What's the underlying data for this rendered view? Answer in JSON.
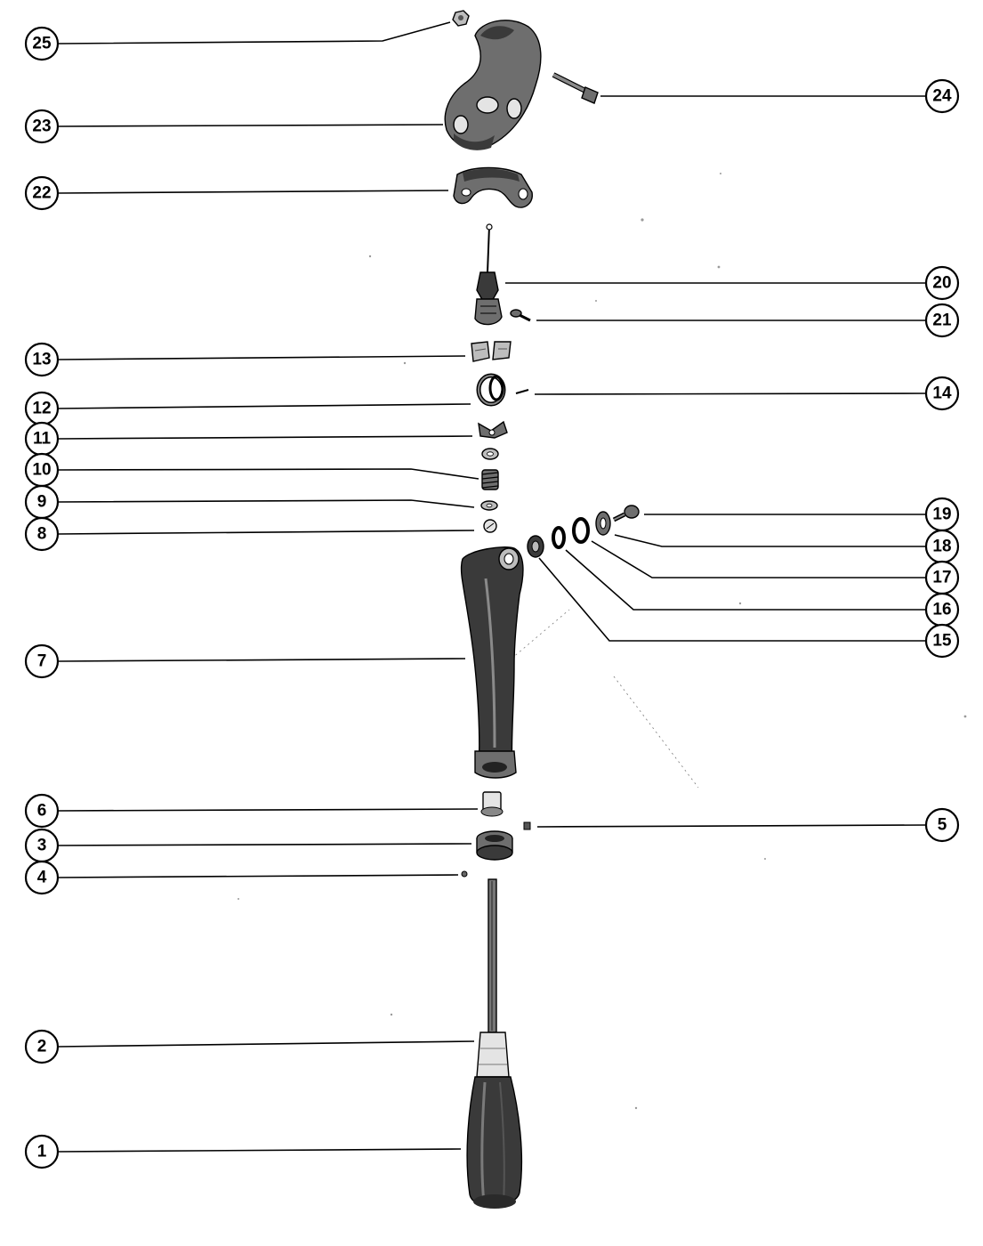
{
  "colors": {
    "ink": "#000000",
    "paper": "#ffffff",
    "part_dark": "#3a3a3a",
    "part_mid": "#6e6e6e"
  },
  "callouts": [
    {
      "id": "c25",
      "label": "25"
    },
    {
      "id": "c24",
      "label": "24"
    },
    {
      "id": "c23",
      "label": "23"
    },
    {
      "id": "c22",
      "label": "22"
    },
    {
      "id": "c20",
      "label": "20"
    },
    {
      "id": "c21",
      "label": "21"
    },
    {
      "id": "c13",
      "label": "13"
    },
    {
      "id": "c14",
      "label": "14"
    },
    {
      "id": "c12",
      "label": "12"
    },
    {
      "id": "c11",
      "label": "11"
    },
    {
      "id": "c10",
      "label": "10"
    },
    {
      "id": "c9",
      "label": "9"
    },
    {
      "id": "c19",
      "label": "19"
    },
    {
      "id": "c8",
      "label": "8"
    },
    {
      "id": "c18",
      "label": "18"
    },
    {
      "id": "c17",
      "label": "17"
    },
    {
      "id": "c16",
      "label": "16"
    },
    {
      "id": "c15",
      "label": "15"
    },
    {
      "id": "c7",
      "label": "7"
    },
    {
      "id": "c6",
      "label": "6"
    },
    {
      "id": "c5",
      "label": "5"
    },
    {
      "id": "c3",
      "label": "3"
    },
    {
      "id": "c4",
      "label": "4"
    },
    {
      "id": "c2",
      "label": "2"
    },
    {
      "id": "c1",
      "label": "1"
    }
  ]
}
